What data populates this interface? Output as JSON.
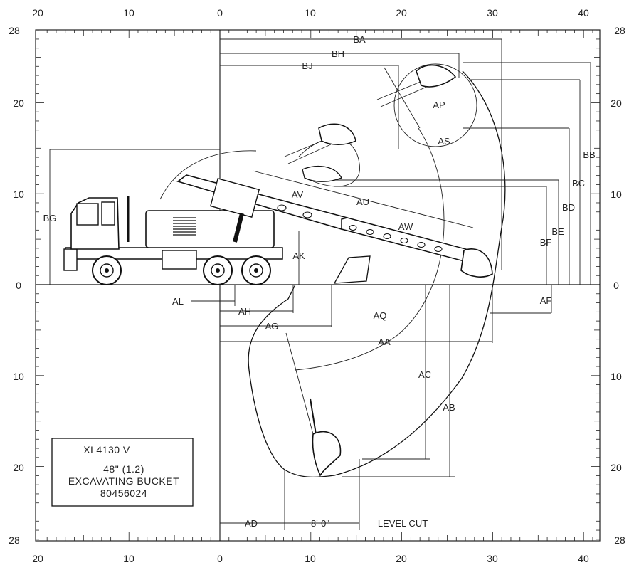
{
  "axis": {
    "top": [
      "20",
      "10",
      "0",
      "10",
      "20",
      "30",
      "40"
    ],
    "bottom": [
      "20",
      "10",
      "0",
      "10",
      "20",
      "30",
      "40"
    ],
    "left": [
      "28",
      "20",
      "10",
      "0",
      "10",
      "20",
      "28"
    ],
    "right": [
      "28",
      "20",
      "10",
      "0",
      "10",
      "20",
      "28"
    ]
  },
  "dimensions": {
    "BA": "BA",
    "BH": "BH",
    "BJ": "BJ",
    "BB": "BB",
    "BC": "BC",
    "BD": "BD",
    "BE": "BE",
    "BF": "BF",
    "BG": "BG",
    "AP": "AP",
    "AS": "AS",
    "AV": "AV",
    "AU": "AU",
    "AW": "AW",
    "AK": "AK",
    "AF": "AF",
    "AL": "AL",
    "AH": "AH",
    "AG": "AG",
    "AQ": "AQ",
    "AA": "AA",
    "AC": "AC",
    "AB": "AB",
    "AD": "AD"
  },
  "bottom_dims": {
    "level_len": "8'-0\"",
    "level_cut": "LEVEL CUT"
  },
  "info_box": {
    "model": "XL4130 V",
    "bucket_size": "48\" (1.2)",
    "bucket_type": "EXCAVATING BUCKET",
    "part_number": "80456024"
  }
}
